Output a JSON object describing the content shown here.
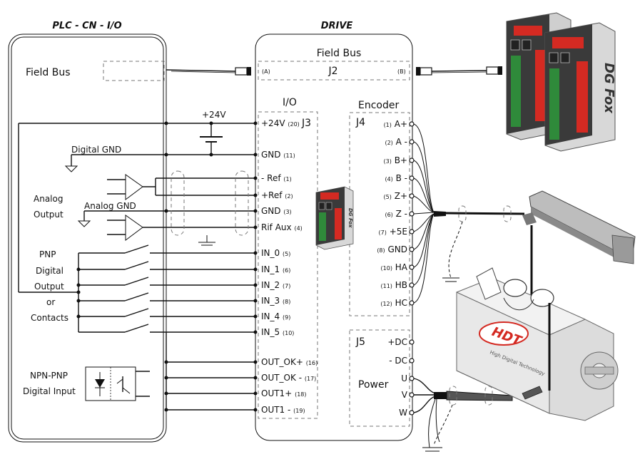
{
  "headers": {
    "plc": "PLC - CN - I/O",
    "drive": "DRIVE"
  },
  "plc": {
    "field_bus": "Field Bus",
    "digital_gnd": "Digital GND",
    "analog_output": [
      "Analog",
      "Output"
    ],
    "analog_gnd": "Analog GND",
    "pnp_output": [
      "PNP",
      "Digital",
      "Output",
      "or",
      "Contacts"
    ],
    "npn_input": [
      "NPN-PNP",
      "Digital Input"
    ]
  },
  "supply_label": "+24V",
  "drive": {
    "field_bus": "Field Bus",
    "j2": "J2",
    "port_a": "(A)",
    "port_b": "(B)",
    "io_title": "I/O",
    "j3": "J3",
    "encoder_title": "Encoder",
    "j4": "J4",
    "j5": "J5",
    "power_title": "Power"
  },
  "io_pins": [
    {
      "label": "+24V",
      "num": "(20)"
    },
    {
      "label": "GND",
      "num": "(11)"
    },
    {
      "label": "- Ref",
      "num": "(1)"
    },
    {
      "label": "+Ref",
      "num": "(2)"
    },
    {
      "label": "GND",
      "num": "(3)"
    },
    {
      "label": "Rif Aux",
      "num": "(4)"
    },
    {
      "label": "IN_0",
      "num": "(5)"
    },
    {
      "label": "IN_1",
      "num": "(6)"
    },
    {
      "label": "IN_2",
      "num": "(7)"
    },
    {
      "label": "IN_3",
      "num": "(8)"
    },
    {
      "label": "IN_4",
      "num": "(9)"
    },
    {
      "label": "IN_5",
      "num": "(10)"
    },
    {
      "label": "OUT_OK+",
      "num": "(16)"
    },
    {
      "label": "OUT_OK -",
      "num": "(17)"
    },
    {
      "label": "OUT1+",
      "num": "(18)"
    },
    {
      "label": "OUT1 -",
      "num": "(19)"
    }
  ],
  "encoder_pins": [
    {
      "num": "(1)",
      "label": "A+"
    },
    {
      "num": "(2)",
      "label": "A -"
    },
    {
      "num": "(3)",
      "label": "B+"
    },
    {
      "num": "(4)",
      "label": "B -"
    },
    {
      "num": "(5)",
      "label": "Z+"
    },
    {
      "num": "(6)",
      "label": "Z -"
    },
    {
      "num": "(7)",
      "label": "+5E"
    },
    {
      "num": "(8)",
      "label": "GND"
    },
    {
      "num": "(10)",
      "label": "HA"
    },
    {
      "num": "(11)",
      "label": "HB"
    },
    {
      "num": "(12)",
      "label": "HC"
    }
  ],
  "power_pins": [
    "+DC",
    "- DC",
    "U",
    "V",
    "W"
  ],
  "device": {
    "brand_text": "DG Fox",
    "motor_brand": "HDT",
    "motor_subtitle": "High Digital Technology"
  },
  "colors": {
    "device_red": "#d42a22",
    "device_dark": "#3a3a3a",
    "terminal_green": "#2f8a3a",
    "line": "#111111"
  }
}
